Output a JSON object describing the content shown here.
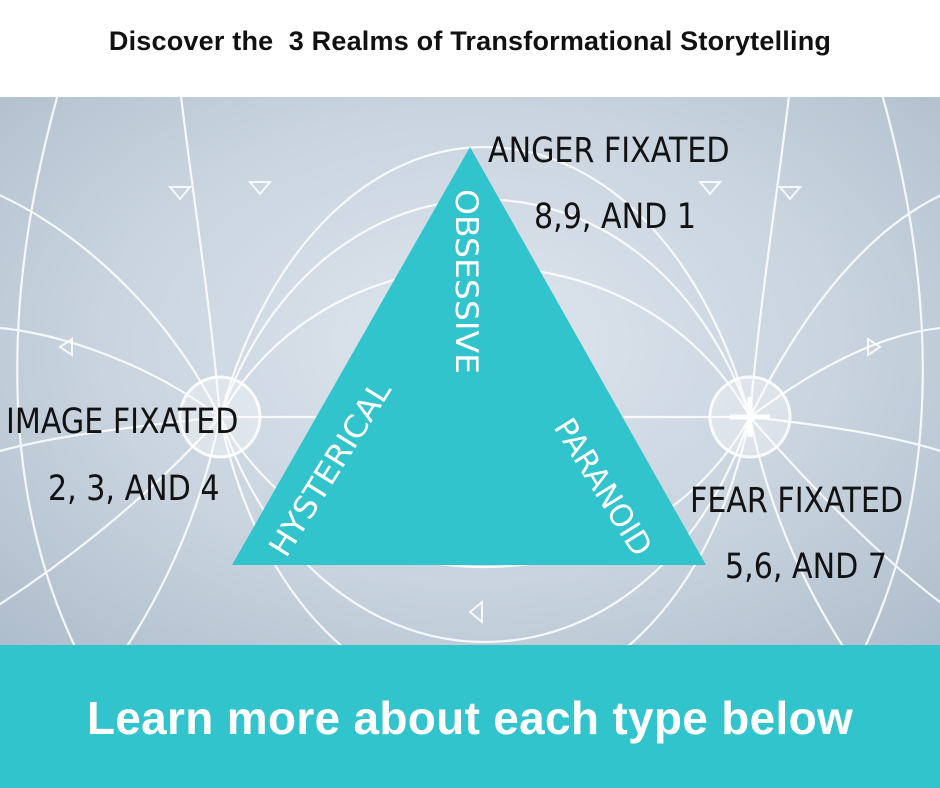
{
  "header": {
    "title": "Discover the  3 Realms of Transformational Storytelling"
  },
  "diagram": {
    "accent_color": "#31c4cc",
    "sides": {
      "left": "OBSESSIVE",
      "bottom_left": "HYSTERICAL",
      "right": "PARANOID"
    },
    "top_label": {
      "title": "ANGER FIXATED",
      "types": "8,9, AND 1"
    },
    "left_label": {
      "title": "IMAGE FIXATED",
      "types": "2, 3, AND 4"
    },
    "right_label": {
      "title": "FEAR FIXATED",
      "types": "5,6, AND 7"
    },
    "background_icons": [
      "positive-charge-icon",
      "field-lines"
    ]
  },
  "footer": {
    "cta": "Learn more about each type below"
  }
}
